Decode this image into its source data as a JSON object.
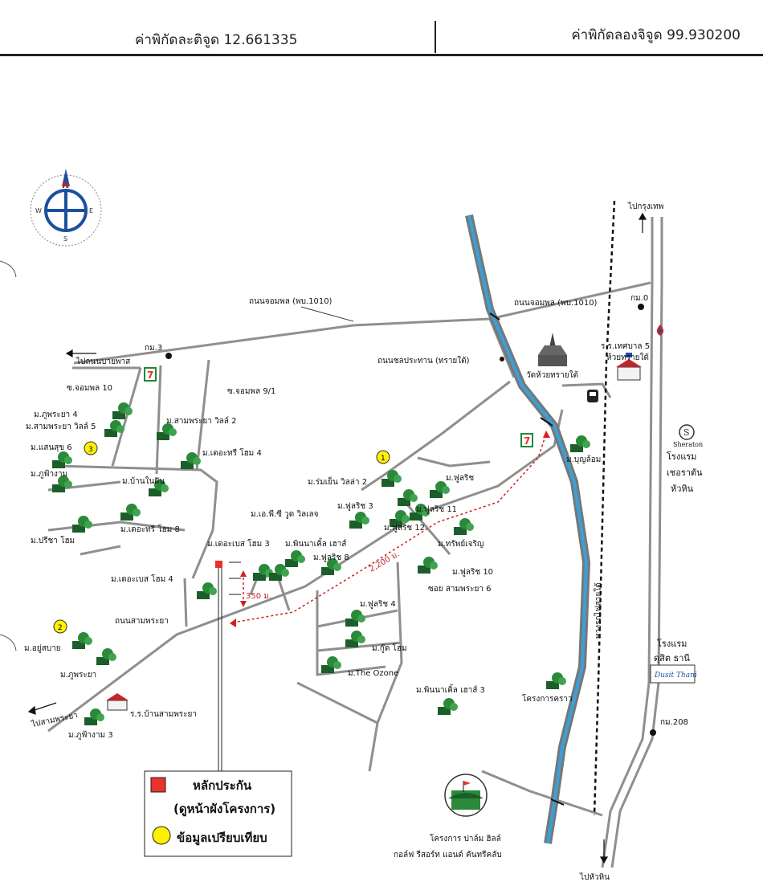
{
  "header": {
    "latitude_label": "ค่าพิกัดละติจูด 12.661335",
    "longitude_label": "ค่าพิกัดลองจิจูด 99.930200"
  },
  "compass": {
    "n": "N",
    "s": "S",
    "e": "E",
    "w": "W"
  },
  "roads": {
    "jompol": "ถนนจอมพล (พบ.1010)",
    "jompol_east": "ถนนจอมพล (พบ.1010)",
    "chonprathan": "ถนนชลประทาน (ทรายใต้)",
    "sampraya": "ถนนสามพระยา",
    "soi_jompol10": "ซ.จอมพล 10",
    "soi_jompol9": "ซ.จอมพล 9/1",
    "soi_sampraya6": "ซอย สามพระยา 6",
    "railway": "ทางรถไฟสายใต้"
  },
  "directions": {
    "to_bangkok": "ไปกรุงเทพ",
    "to_huahin": "ไปหัวหิน",
    "to_naiyana": "ไปถนนบายพาส",
    "to_sampraya": "ไปสามพระยา"
  },
  "km_markers": {
    "km0": "กม.0",
    "km3": "กม.3",
    "km208": "กม.208"
  },
  "distances": {
    "d2200": "2,200 ม.",
    "d350": "350 ม."
  },
  "places": {
    "wat": "วัดห้วยทรายใต้",
    "school_huaysai": "ร.ร.เทศบาล 5",
    "school_huaysai2": "ห้วยทรายใต้",
    "school_sampraya": "ร.ร.บ้านสามพระยา",
    "sheraton_brand": "Sheraton",
    "sheraton_1": "โรงแรม",
    "sheraton_2": "เชอราตัน",
    "sheraton_3": "หัวหิน",
    "dusit_1": "โรงแรม",
    "dusit_2": "ดุสิต ธานี",
    "dusit_brand": "Dusit Thani",
    "palm_hills_1": "โครงการ ปาล์ม ฮิลล์",
    "palm_hills_2": "กอล์ฟ รีสอร์ท แอนด์ คันทรีคลับ",
    "krao": "โครงการคราว"
  },
  "villages": {
    "phupraya4": "ม.ภูพระยา 4",
    "sampraya_villa5": "ม.สามพระยา วิลล์ 5",
    "sansuk6": "ม.แสนสุข 6",
    "phufahngam": "ม.ภูฟ้างาม",
    "preecha": "ม.ปรีชา โฮม",
    "sampraya_villa2": "ม.สามพระยา วิลล์ 2",
    "chayatree4": "ม.เดอะทรี โฮม 4",
    "banbaifun": "ม.บ้านในฝัน",
    "chayatree8": "ม.เดอะทรี โฮม 8",
    "thecabe4": "ม.เดอะเบส โฮม 4",
    "thecabe3": "ม.เดอะเบส โฮม 3",
    "ep_wood": "ม.เอ.พี.ซี วูด วิลเลจ",
    "romyen2": "ม.ร่มเย็น วิลล่า 2",
    "pinnacle": "ม.พินนาเคิ้ล เฮาส์",
    "fulrich3": "ม.ฟูลริช 3",
    "fulrich": "ม.ฟูลริช",
    "fulrich11": "ม.ฟูลริช 11",
    "fulrich12": "ม.ฟูลริช 12",
    "fulrich8": "ม.ฟูลริช 8",
    "fulrich10": "ม.ฟูลริช 10",
    "fulrich4": "ม.ฟูลริช 4",
    "thapphayachern": "ม.ทรัพย์เจริญ",
    "goodhome": "ม.กู๊ด โฮม",
    "ozone": "ม.The Ozone",
    "pinnacle3": "ม.พินนาเคิ้ล เฮาส์ 3",
    "boonlom": "ม.บุญล้อม",
    "yoosabai": "ม.อยู่สบาย",
    "phupraya": "ม.ภูพระยา",
    "phufahngam3": "ม.ภูฟ้างาม 3"
  },
  "comparison_numbers": {
    "c1": "1",
    "c2": "2",
    "c3": "3"
  },
  "legend": {
    "collateral_1": "หลักประกัน",
    "collateral_2": "(ดูหน้าผังโครงการ)",
    "comparison": "ข้อมูลเปรียบเทียบ"
  },
  "colors": {
    "road": "#8f8f8f",
    "river": "#3aa0d8",
    "route_dashed": "#d22020",
    "collateral": "#e8322a",
    "comparison": "#fff200",
    "tree": "#2a8a3a"
  },
  "icons": {
    "seven_eleven": "7",
    "compass": "compass-icon"
  }
}
